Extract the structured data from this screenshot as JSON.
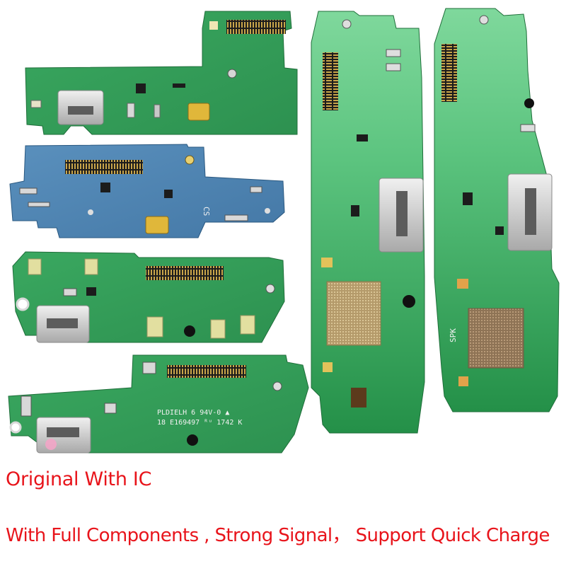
{
  "captions": {
    "line1": "Original With IC",
    "line2": "With Full Components , Strong Signal，  Support Quick Charge"
  },
  "silkscreen": {
    "board4_line1": "PLDIELH 6  94V-0 ▲",
    "board4_line2": "18  E169497 ᴿᵘ  1742 K",
    "board6_label": "SPK",
    "board2_label": "CS"
  },
  "colors": {
    "caption_red": "#e8141b",
    "pcb_green": "#2f9a52",
    "pcb_green_light": "#6fcf8f",
    "pcb_blue": "#4f86b3",
    "connector_black": "#1c1c1c",
    "pad_gold": "#d9b24a",
    "port_silver": "#d6d6d6"
  }
}
